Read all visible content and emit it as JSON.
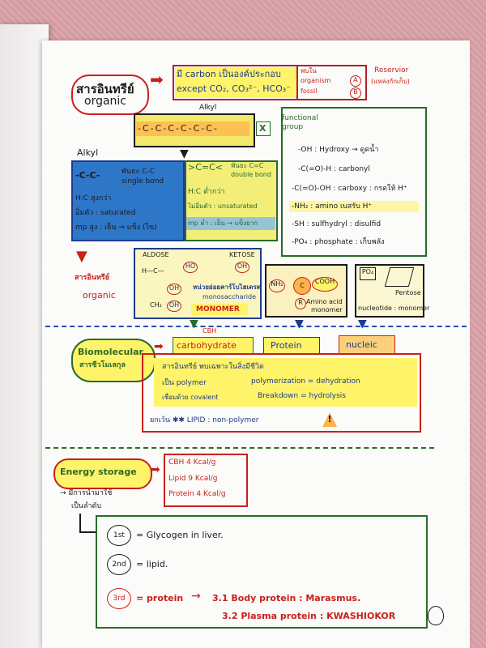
{
  "organic": {
    "title_th": "สารอินทรีย์",
    "title_en": "organic",
    "definition_line1": "มี carbon เป็นองค์ประกอบ",
    "definition_line2": "except CO₂, CO₃²⁻, HCO₃⁻",
    "source_label1": "พบใน",
    "source_label2": "organism",
    "source_label3": "fossil",
    "marker_a": "A",
    "marker_b": "B",
    "reservoir": "Reservior",
    "reservoir_th": "(แหล่งกักเก็บ)"
  },
  "alkyl_top": "Alkyl",
  "chain": "-C-C-C-C-C-C-",
  "functional_group": {
    "title": "functional group",
    "cross": "X",
    "items": [
      "-OH : Hydroxy → ดูดน้ำ",
      "-C(=O)-H : carbonyl",
      "-C(=O)-OH : carboxy : กรดให้ H⁺",
      "-NH₂ : amino เบสรับ H⁺",
      "-SH : sulfhydryl : disulfid",
      "-PO₄ : phosphate : เก็บพลัง"
    ]
  },
  "alkyl_left": "Alkyl",
  "single_bond": {
    "formula": "-C-C-",
    "label1": "พันธะ C-C",
    "label2": "single bond",
    "ratio": "H:C สูงกว่า",
    "saturated": "อิ่มตัว : saturated",
    "mp": "mp สูง : เย็น → แข็ง (ไข)"
  },
  "double_bond": {
    "formula": ">C=C<",
    "label1": "พันธะ C=C",
    "label2": "double bond",
    "ratio": "H:C ต่ำกว่า",
    "unsaturated": "ไม่อิ่มตัว : unsaturated",
    "mp": "mp ต่ำ : เย็น → แข็งยาก"
  },
  "organic_left": {
    "th": "สารอินทรีย์",
    "en": "organic"
  },
  "monosaccharide": {
    "aldose": "ALDOSE",
    "ketose": "KETOSE",
    "note1": "หน่วยย่อยคาร์โบไฮเดรต",
    "note2": "monosaccharide",
    "monomer": "MONOMER",
    "ho": "HO",
    "oh": "OH",
    "ch2": "CH₂"
  },
  "amino": {
    "nh2": "NH₂",
    "cooh": "COOH",
    "c": "C",
    "r": "R",
    "label": "Amino acid",
    "monomer": "monomer"
  },
  "nucleotide": {
    "po4": "PO₄",
    "pentose": "Pentose",
    "label": "nucleotide : monomer"
  },
  "cbh_label": "CBH",
  "biomolecule": {
    "title_en": "Biomolecular",
    "title_th": "สารชีวโมเลกุล",
    "carbohydrate": "carbohydrate",
    "protein": "Protein",
    "nucleic": "nucleic",
    "line1": "สารอินทรีย์ พบเฉพาะในสิ่งมีชีวิต",
    "line2": "เป็น polymer",
    "line3": "เชื่อมด้วย covalent",
    "poly1": "polymerization = dehydration",
    "poly2": "Breakdown = hydrolysis",
    "exception": "ยกเว้น ✱✱ LIPID : non-polymer",
    "warning": "!"
  },
  "energy": {
    "title": "Energy storage",
    "cbh": "CBH 4 Kcal/g",
    "lipid": "Lipid 9 Kcal/g",
    "protein": "Protein 4 Kcal/g",
    "note1": "→ มีการนำมาใช้",
    "note2": "เป็นลำดับ",
    "first_badge": "1st",
    "first": "= Glycogen in liver.",
    "second_badge": "2nd",
    "second": "= lipid.",
    "third_badge": "3rd",
    "third": "= protein",
    "third_a": "3.1 Body protein : Marasmus.",
    "third_b": "3.2 Plasma protein : KWASHIOKOR"
  }
}
